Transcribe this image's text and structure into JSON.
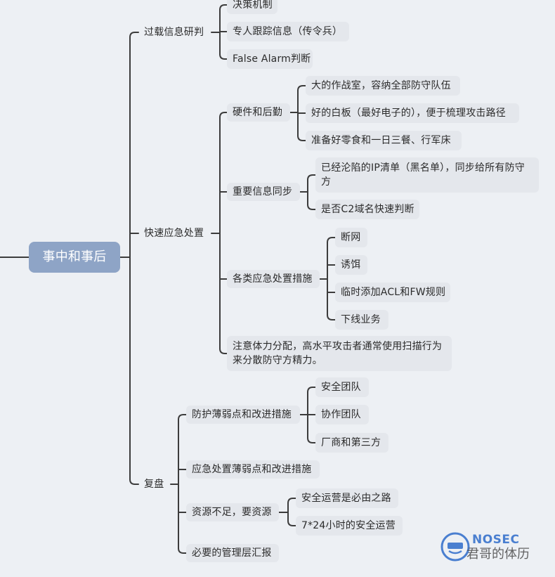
{
  "root": {
    "label": "事中和事后"
  },
  "branches": [
    {
      "label": "过载信息研判",
      "children": [
        {
          "label": "决策机制"
        },
        {
          "label": "专人跟踪信息（传令兵）"
        },
        {
          "label": "False Alarm判断"
        }
      ]
    },
    {
      "label": "快速应急处置",
      "children": [
        {
          "label": "硬件和后勤",
          "children": [
            {
              "label": "大的作战室，容纳全部防守队伍"
            },
            {
              "label": "好的白板（最好电子的），便于梳理攻击路径"
            },
            {
              "label": "准备好零食和一日三餐、行军床"
            }
          ]
        },
        {
          "label": "重要信息同步",
          "children": [
            {
              "label": "已经沦陷的IP清单（黑名单），同步给所有防守方"
            },
            {
              "label": "是否C2域名快速判断"
            }
          ]
        },
        {
          "label": "各类应急处置措施",
          "children": [
            {
              "label": "断网"
            },
            {
              "label": "诱饵"
            },
            {
              "label": "临时添加ACL和FW规则"
            },
            {
              "label": "下线业务"
            }
          ]
        },
        {
          "label": "注意体力分配，高水平攻击者通常使用扫描行为来分散防守方精力。"
        }
      ]
    },
    {
      "label": "复盘",
      "children": [
        {
          "label": "防护薄弱点和改进措施",
          "children": [
            {
              "label": "安全团队"
            },
            {
              "label": "协作团队"
            },
            {
              "label": "厂商和第三方"
            }
          ]
        },
        {
          "label": "应急处置薄弱点和改进措施"
        },
        {
          "label": "资源不足，要资源",
          "children": [
            {
              "label": "安全运营是必由之路"
            },
            {
              "label": "7*24小时的安全运营"
            }
          ]
        },
        {
          "label": "必要的管理层汇报"
        }
      ]
    }
  ],
  "watermark": {
    "brand": "NOSEC",
    "caption": "君哥的体历"
  },
  "colors": {
    "line": "#3c3c3c",
    "node_bg": "#e4e7ec",
    "root_bg": "#8ea4c6",
    "background": "#edf0f4",
    "brand": "#4a7fd0"
  }
}
